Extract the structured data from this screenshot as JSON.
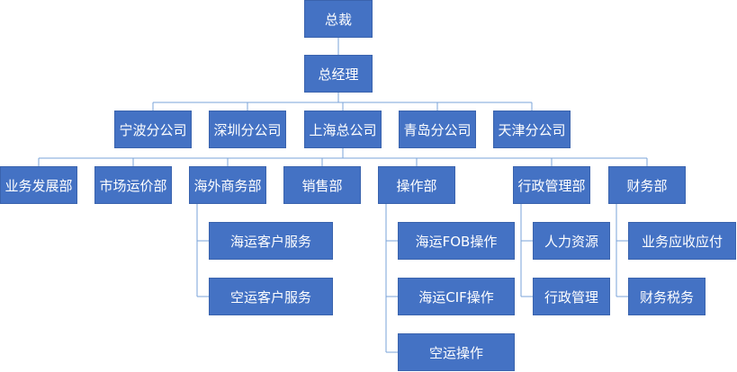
{
  "org_chart": {
    "line_color": "#7aa3d8",
    "box_color": "#4472c4",
    "text_color": "#ffffff",
    "president": "总裁",
    "general_manager": "总经理",
    "branches": [
      "宁波分公司",
      "深圳分公司",
      "上海总公司",
      "青岛分公司",
      "天津分公司"
    ],
    "departments": [
      {
        "name": "业务发展部",
        "children": []
      },
      {
        "name": "市场运价部",
        "children": []
      },
      {
        "name": "海外商务部",
        "children": [
          "海运客户服务",
          "空运客户服务"
        ]
      },
      {
        "name": "销售部",
        "children": []
      },
      {
        "name": "操作部",
        "children": [
          "海运FOB操作",
          "海运CIF操作",
          "空运操作"
        ]
      },
      {
        "name": "行政管理部",
        "children": [
          "人力资源",
          "行政管理"
        ]
      },
      {
        "name": "财务部",
        "children": [
          "业务应收应付",
          "财务税务"
        ]
      }
    ]
  }
}
